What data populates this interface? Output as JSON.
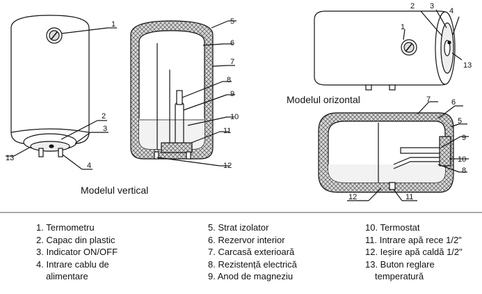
{
  "labels": {
    "model_vertical": "Modelul vertical",
    "model_orizontal": "Modelul orizontal"
  },
  "callouts": {
    "v_ext": [
      "1",
      "2",
      "3",
      "13",
      "4"
    ],
    "v_sec": [
      "5",
      "6",
      "7",
      "8",
      "9",
      "10",
      "11",
      "12"
    ],
    "h_ext": [
      "1",
      "2",
      "3",
      "4",
      "13"
    ],
    "h_sec": [
      "7",
      "6",
      "5",
      "9",
      "10",
      "8",
      "12",
      "11"
    ]
  },
  "legend": {
    "col1": [
      "1. Termometru",
      "2. Capac din plastic",
      "3. Indicator ON/OFF",
      "4. Intrare cablu de",
      "alimentare"
    ],
    "col2": [
      "5. Strat izolator",
      "6. Rezervor interior",
      "7. Carcasă exterioară",
      "8. Rezistență electrică",
      "9. Anod de magneziu"
    ],
    "col3": [
      "10. Termostat",
      "11. Intrare apă rece 1/2\"",
      "12. Ieșire apă caldă 1/2\"",
      "13. Buton reglare",
      "temperatură"
    ]
  },
  "colors": {
    "line": "#111111",
    "insulation": "#c8c8c8",
    "water_shade": "#ececec"
  }
}
